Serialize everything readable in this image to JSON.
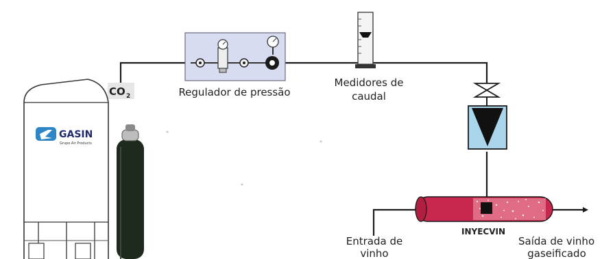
{
  "labels": {
    "co2_main": "CO",
    "co2_sub": "2",
    "regulator": "Regulador de pressão",
    "flowmeter_line1": "Medidores de",
    "flowmeter_line2": "caudal",
    "injector": "INYECVIN",
    "inlet_line1": "Entrada de",
    "inlet_line2": "vinho",
    "outlet_line1": "Saída de vinho",
    "outlet_line2": "gaseificado"
  },
  "logo": {
    "name": "GASIN",
    "tagline": "Grupo Air Products",
    "color": "#2f86c6"
  },
  "colors": {
    "line": "#1a1a1a",
    "regulator_panel": "#d8dcf0",
    "filter_fill": "#a9d6ea",
    "injector_fill": "#c8284e",
    "cylinder": "#1d2a1d",
    "tank_outline": "#333333"
  }
}
